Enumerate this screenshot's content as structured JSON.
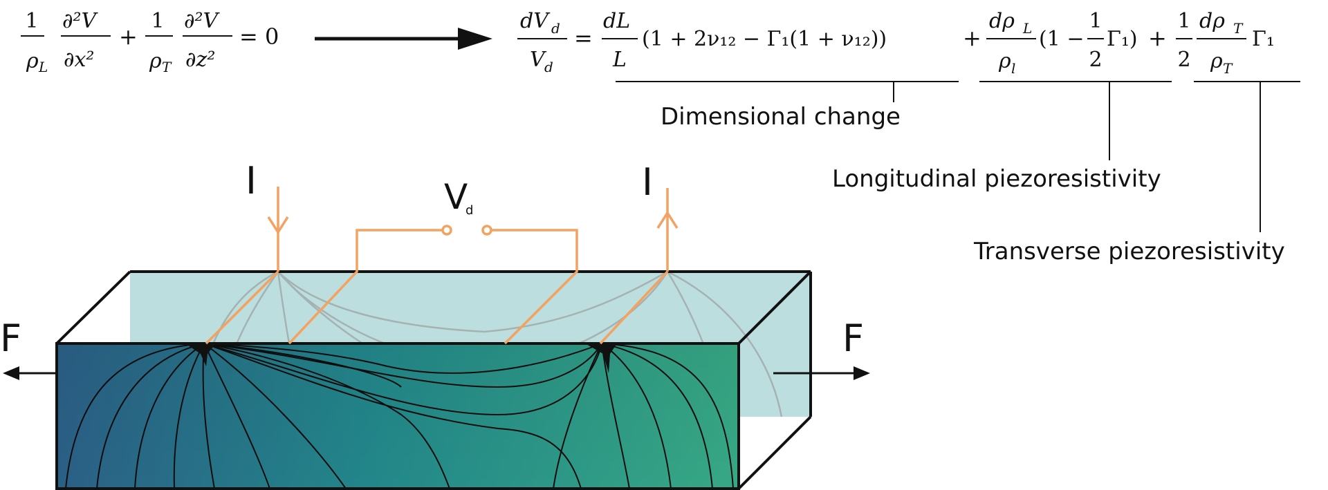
{
  "labels": {
    "current_in": "I",
    "current_out": "I",
    "voltage_main": "V",
    "voltage_sub": "d",
    "force_left": "F",
    "force_right": "F",
    "dimensional_change": "Dimensional change",
    "longitudinal": "Longitudinal piezoresistivity",
    "transverse": "Transverse piezoresistivity"
  },
  "equation_left": {
    "one_a": "1",
    "rho_L": "ρ",
    "rho_L_sub": "L",
    "d2V_a": "∂²V",
    "dx2": "∂x²",
    "plus": "+",
    "one_b": "1",
    "rho_T": "ρ",
    "rho_T_sub": "T",
    "d2V_b": "∂²V",
    "dz2": "∂z²",
    "equals_zero": "= 0"
  },
  "equation_right": {
    "dVd": "dV",
    "dVd_sub": "d",
    "Vd": "V",
    "Vd_sub": "d",
    "equals": "=",
    "dL": "dL",
    "L": "L",
    "term1": "(1 + 2ν₁₂ − Γ₁(1 + ν₁₂))",
    "plus1": "+",
    "drhoL": "dρ",
    "drhoL_sub": "L",
    "rhol": "ρ",
    "rhol_sub": "l",
    "term2_open": "(1 −",
    "half_num_a": "1",
    "half_den_a": "2",
    "term2_close": "Γ₁)",
    "plus2": "+",
    "half_num_b": "1",
    "half_den_b": "2",
    "drhoT": "dρ",
    "drhoT_sub": "T",
    "rhoT": "ρ",
    "rhoT_sub": "T",
    "gamma_end": "Γ₁"
  },
  "colors": {
    "wire": "#f4a261",
    "box_front_left": "#2a6e8f",
    "box_front_right": "#3fae7e",
    "box_back": "#9fcfd0",
    "streamline": "#111111",
    "outline": "#111111"
  }
}
